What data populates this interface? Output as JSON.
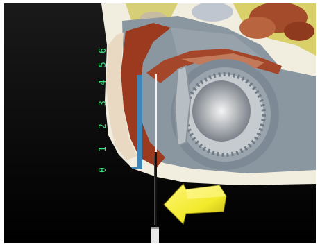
{
  "ruler": {
    "labels": [
      "0",
      "1",
      "2",
      "3",
      "4",
      "5",
      "6"
    ],
    "color": "#3fe07c",
    "bar_color": "#3f86b8"
  },
  "colors": {
    "background": "#000000",
    "tissue_red": "#9b3a1f",
    "tissue_blue_gray": "#7f8d98",
    "organ_gray": "#a8acad",
    "arrow_yellow": "#f2ea2a",
    "cream": "#f2efe0",
    "yellow_tissue": "#d9d06a"
  },
  "icons": {
    "arrow": "yellow-arrow-icon",
    "probe": "needle-probe-icon"
  }
}
